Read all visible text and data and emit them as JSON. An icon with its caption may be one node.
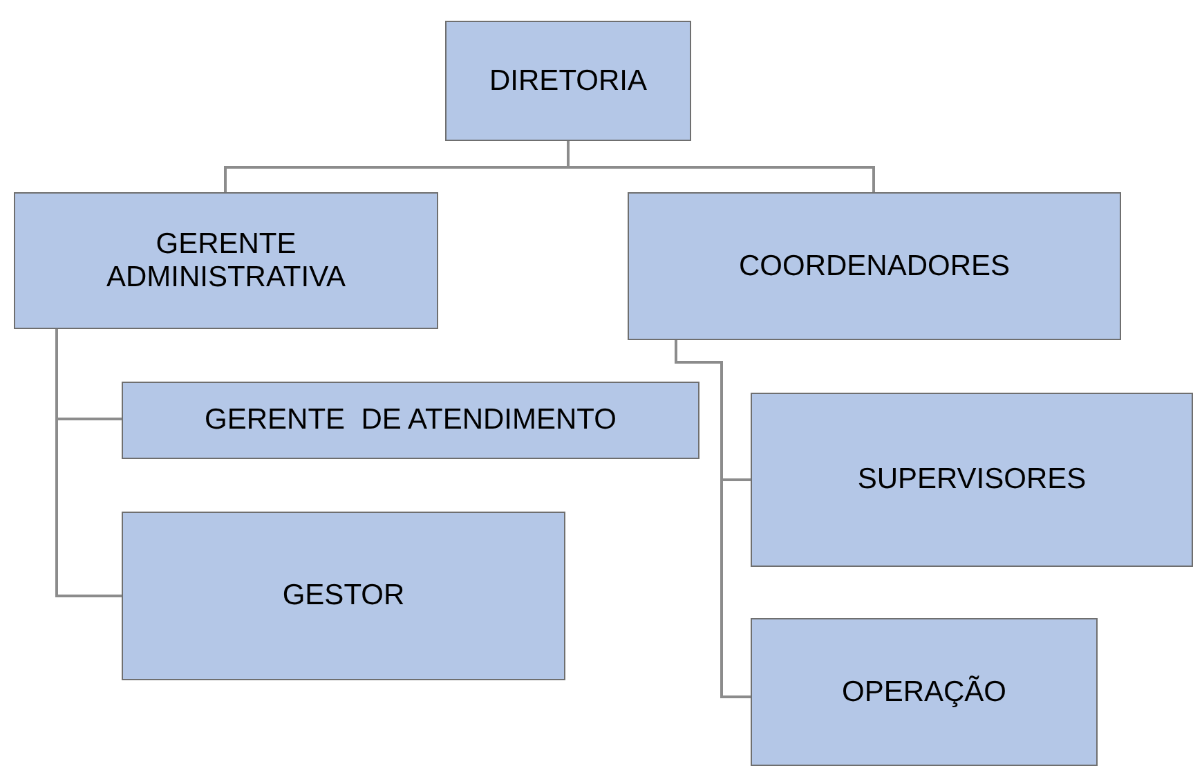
{
  "diagram": {
    "nodes": [
      {
        "text": [
          "DIRETORIA"
        ]
      },
      {
        "text": [
          "GERENTE ADMINISTRATIVA"
        ]
      },
      {
        "text": [
          "COORDENADORES"
        ]
      },
      {
        "text": [
          "GERENTE  DE ATENDIMENTO"
        ]
      },
      {
        "text": [
          "GESTOR"
        ]
      },
      {
        "text": [
          "SUPERVISORES"
        ]
      },
      {
        "text": [
          "OPERAÇÃO"
        ]
      }
    ],
    "edges": [
      {
        "from": 0,
        "to": 1,
        "arrow": "none"
      },
      {
        "from": 0,
        "to": 2,
        "arrow": "none"
      },
      {
        "from": 1,
        "to": 3,
        "arrow": "none"
      },
      {
        "from": 1,
        "to": 4,
        "arrow": "none"
      },
      {
        "from": 2,
        "to": 5,
        "arrow": "none"
      },
      {
        "from": 2,
        "to": 6,
        "arrow": "none"
      }
    ]
  }
}
